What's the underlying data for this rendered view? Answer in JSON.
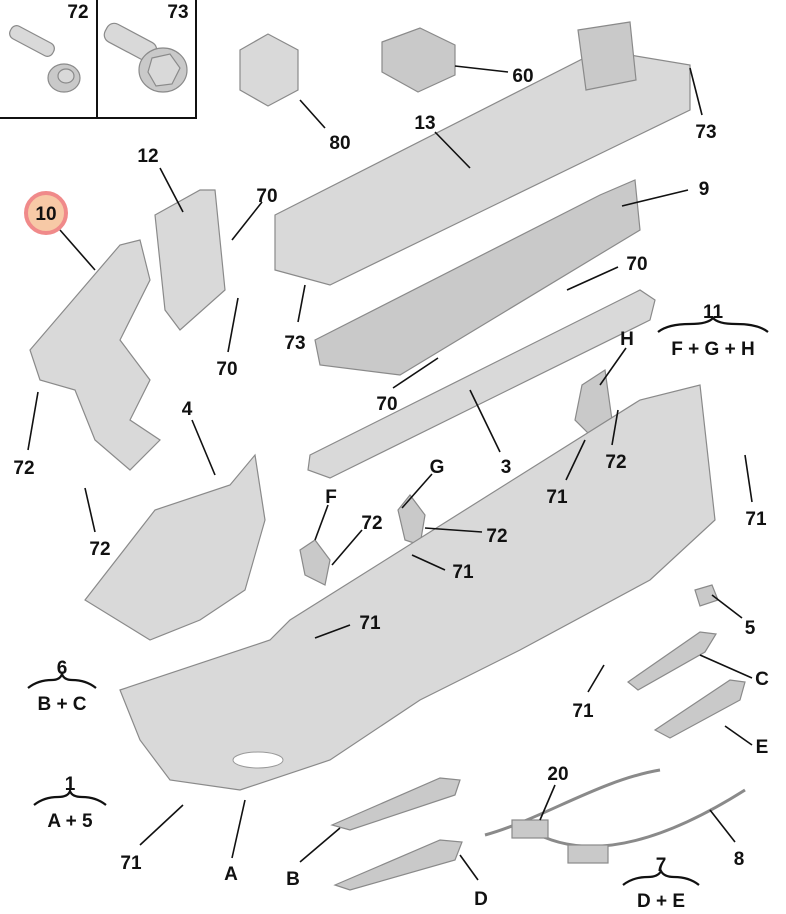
{
  "diagram": {
    "highlight_color": "#f7c9a6",
    "highlight_ring": "#f08a8a",
    "hardware_legend": [
      {
        "label": "72",
        "icon": "bolt-with-washer-icon"
      },
      {
        "label": "73",
        "icon": "hex-flange-screw-icon"
      }
    ],
    "labels": {
      "p80": "80",
      "p60": "60",
      "p13": "13",
      "p73a": "73",
      "p12": "12",
      "p10": "10",
      "p70a": "70",
      "p9": "9",
      "p70b": "70",
      "p11": "11",
      "p11sub": "F + G + H",
      "pH": "H",
      "p73b": "73",
      "p70c": "70",
      "p70d": "70",
      "p3": "3",
      "p4": "4",
      "p72a": "72",
      "p72b": "72",
      "pG": "G",
      "p71a": "71",
      "p71b": "71",
      "pF": "F",
      "p72c": "72",
      "p72d": "72",
      "p71c": "71",
      "p72e": "72",
      "p71d": "71",
      "p5": "5",
      "p6": "6",
      "p6sub": "B + C",
      "pC": "C",
      "p71e": "71",
      "pE": "E",
      "p20": "20",
      "p1": "1",
      "p1sub": "A + 5",
      "p71f": "71",
      "pA": "A",
      "p8": "8",
      "pB": "B",
      "p7": "7",
      "p7sub": "D + E",
      "pD": "D"
    }
  }
}
